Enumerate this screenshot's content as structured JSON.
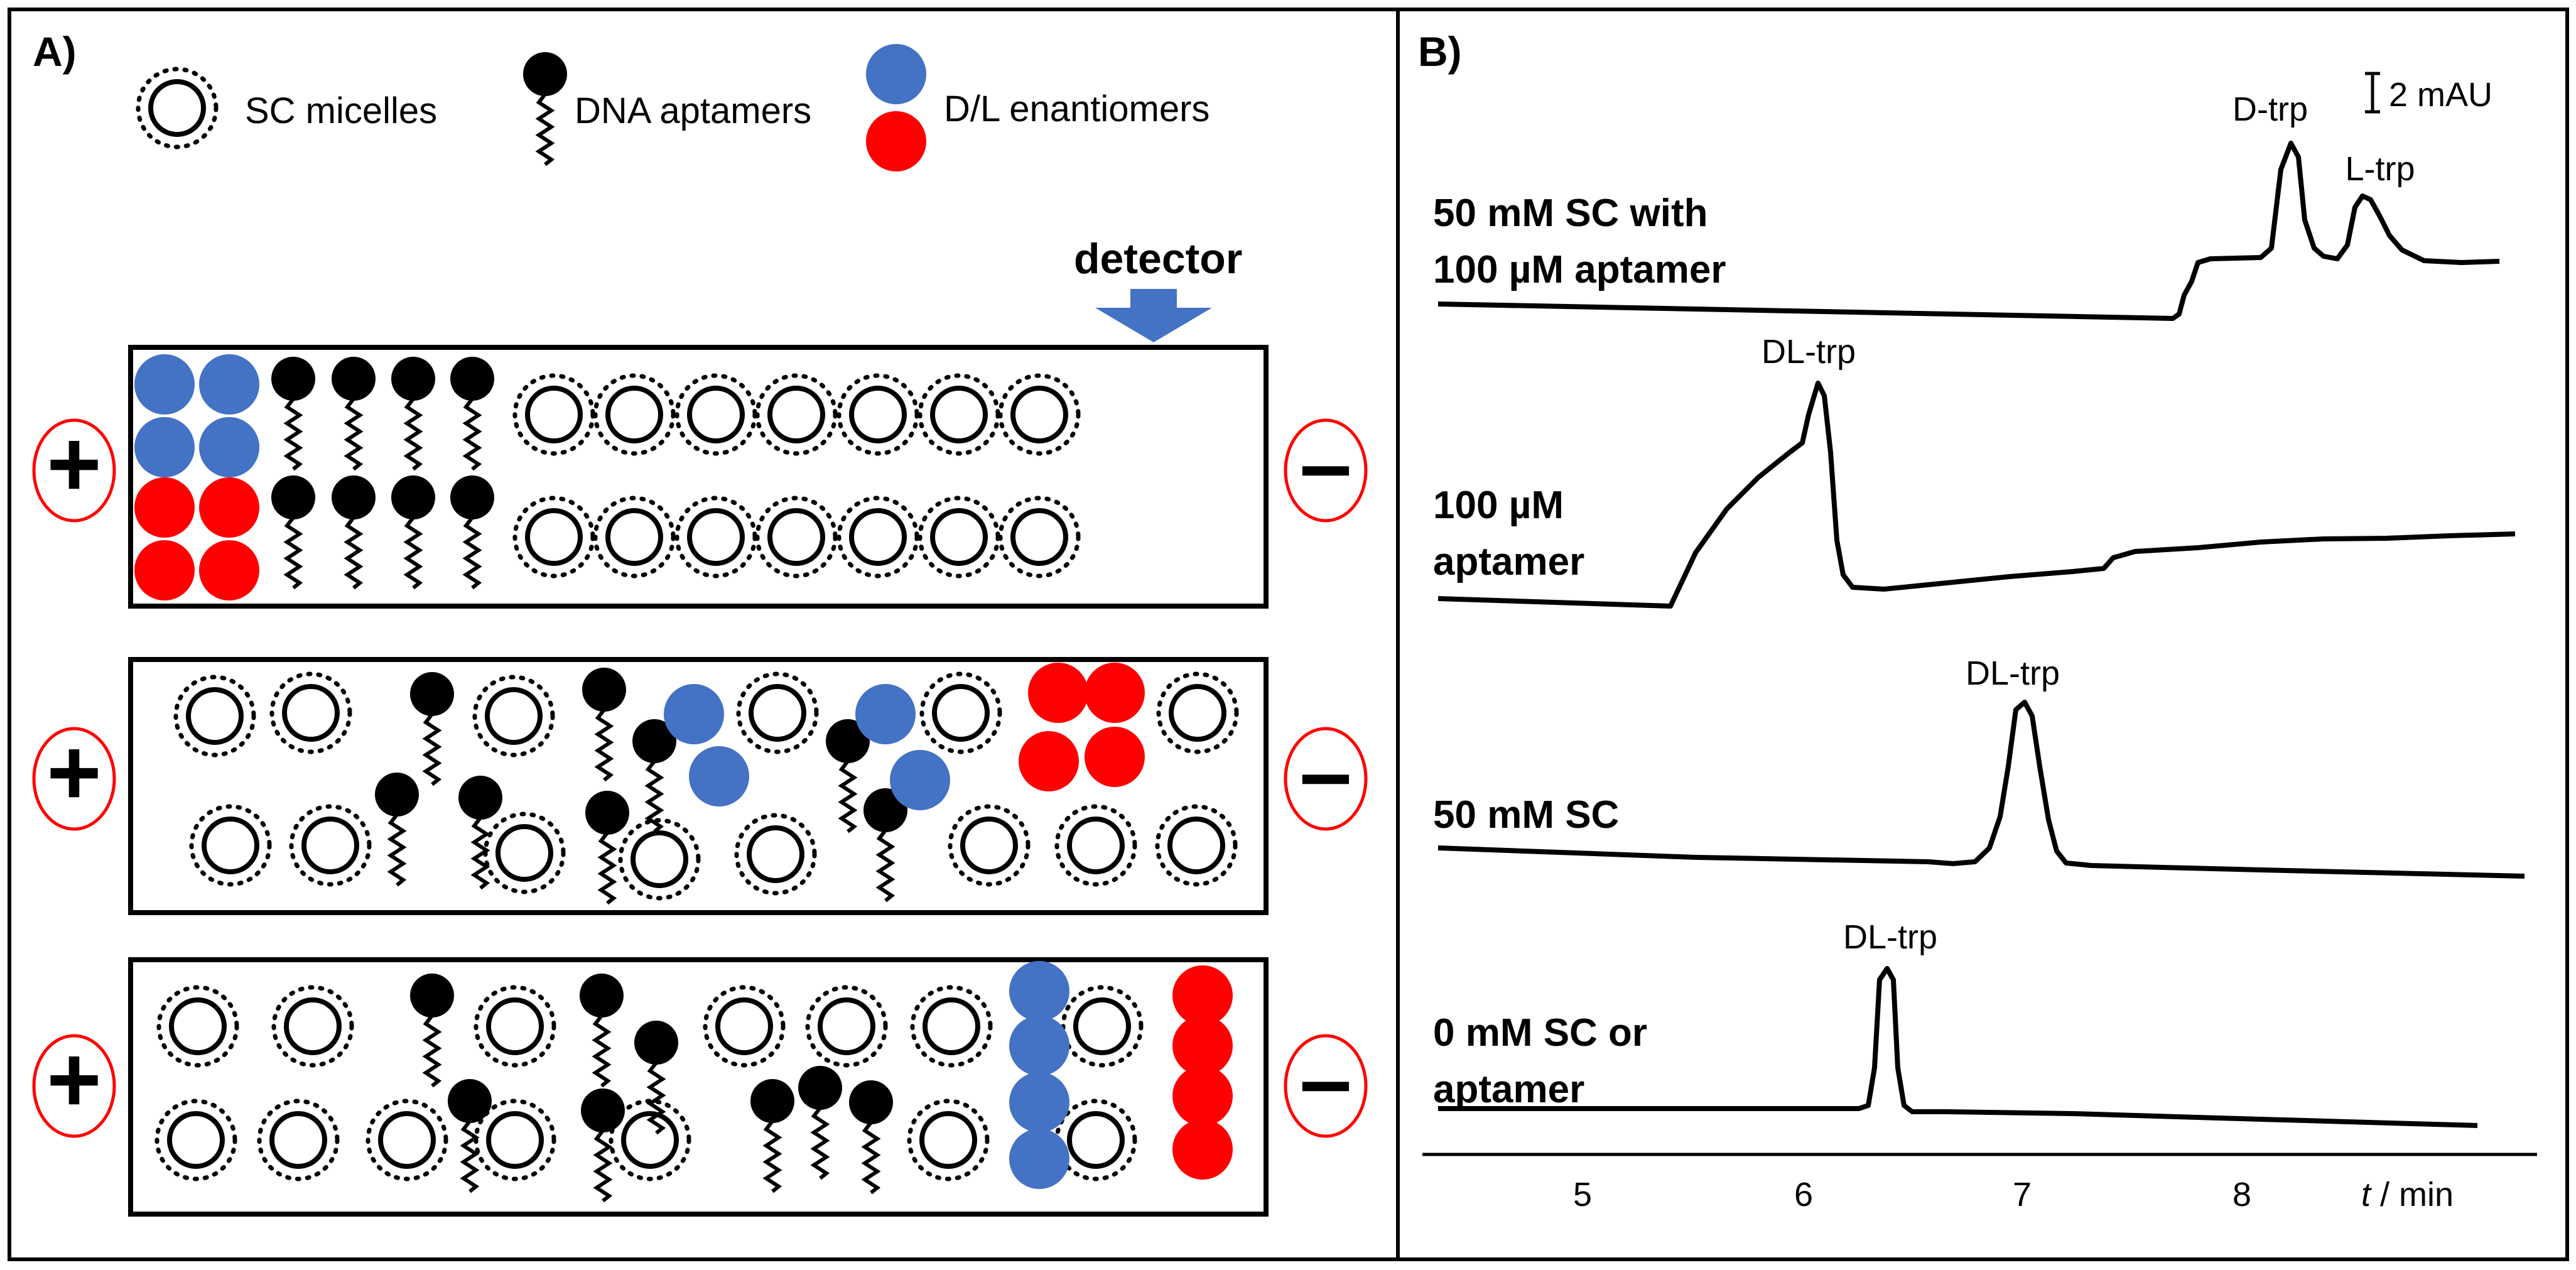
{
  "panel_a": {
    "label": "A)",
    "legend": {
      "micelles": "SC micelles",
      "aptamers": "DNA aptamers",
      "enantiomers": "D/L enantiomers"
    },
    "detector": "detector",
    "plus_symbol": "+",
    "minus_symbol": "–"
  },
  "panel_b": {
    "label": "B)",
    "scale_bar": "2 mAU",
    "axis_title_italic": "t",
    "axis_title_rest": " / min",
    "ticks": [
      "5",
      "6",
      "7",
      "8"
    ],
    "traces": [
      {
        "label_lines": [
          "50 mM SC with",
          "100 µM aptamer"
        ],
        "peaks": [
          "D-trp",
          "L-trp"
        ]
      },
      {
        "label_lines": [
          "100 µM",
          "aptamer"
        ],
        "peaks": [
          "DL-trp"
        ]
      },
      {
        "label_lines": [
          "50 mM SC"
        ],
        "peaks": [
          "DL-trp"
        ]
      },
      {
        "label_lines": [
          "0 mM SC or",
          "aptamer"
        ],
        "peaks": [
          "DL-trp"
        ]
      }
    ]
  },
  "colors": {
    "d_enantiomer": "#4472c4",
    "l_enantiomer": "#ff0000",
    "aptamer": "#000000",
    "detector_arrow": "#4472c4",
    "electrode_ring": "#ff0000"
  }
}
